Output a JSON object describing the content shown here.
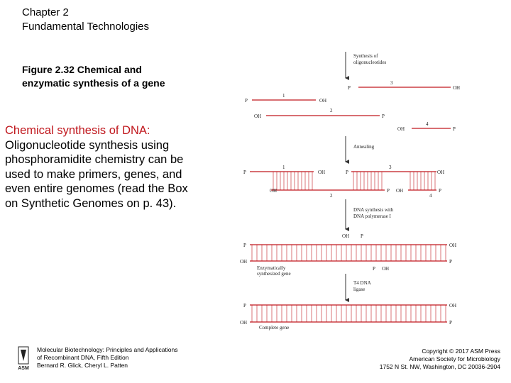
{
  "header": {
    "chapter": "Chapter 2",
    "subtitle": "Fundamental Technologies"
  },
  "figure_caption": {
    "line1": "Figure 2.32  Chemical and",
    "line2": "enzymatic synthesis of a gene"
  },
  "body": {
    "lead": "Chemical synthesis of DNA:",
    "line1": "Oligonucleotide synthesis using",
    "line2": "phosphoramidite chemistry can be",
    "line3": "used to make primers, genes, and",
    "line4": "even entire genomes (read the Box",
    "line5": "on Synthetic Genomes on p. 43)."
  },
  "diagram": {
    "step1": "Synthesis of",
    "step1b": "oligonucleotides",
    "step2": "Annealing",
    "step3": "DNA synthesis with",
    "step3b": "DNA polymerase I",
    "step4": "Enzymatically",
    "step4b": "synthesized gene",
    "step5": "T4 DNA",
    "step5b": "ligase",
    "step6": "Complete gene",
    "p": "P",
    "oh": "OH",
    "n1": "1",
    "n2": "2",
    "n3": "3",
    "n4": "4"
  },
  "footer": {
    "left1": "Molecular Biotechnology: Principles and Applications",
    "left2": "of Recombinant DNA, Fifth Edition",
    "left3": "Bernard R. Glick, Cheryl L. Patten",
    "right1": "Copyright © 2017 ASM Press",
    "right2": "American Society for Microbiology",
    "right3": "1752 N St. NW, Washington, DC 20036-2904",
    "logo": "ASM"
  },
  "colors": {
    "strand": "#c0171d",
    "lead_text": "#c0171d"
  }
}
